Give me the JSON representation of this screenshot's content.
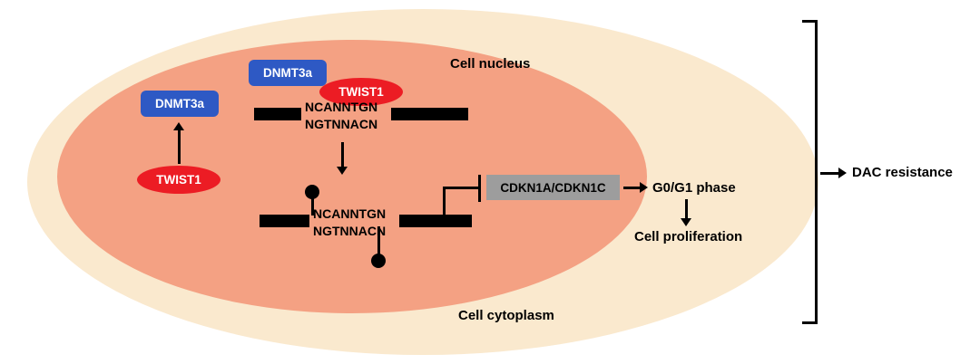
{
  "labels": {
    "cell_nucleus": "Cell nucleus",
    "cell_cytoplasm": "Cell cytoplasm",
    "g0_g1": "G0/G1 phase",
    "cell_proliferation": "Cell proliferation",
    "dac_resistance": "DAC resistance"
  },
  "nodes": {
    "dnmt3a_left": {
      "label": "DNMT3a",
      "color": "#2E59C4"
    },
    "twist1_left": {
      "label": "TWIST1",
      "color": "#EC1C24"
    },
    "dnmt3a_top": {
      "label": "DNMT3a",
      "color": "#2E59C4"
    },
    "twist1_top": {
      "label": "TWIST1",
      "color": "#EC1C24"
    },
    "cdkn": {
      "label": "CDKN1A/CDKN1C",
      "color": "#9D9D9D"
    }
  },
  "dna": {
    "unmethylated": {
      "top_strand": "NCANNTGN",
      "bottom_strand": "NGTNNACN"
    },
    "methylated": {
      "top_strand": "NCANNTGN",
      "bottom_strand": "NGTNNACN"
    }
  },
  "colors": {
    "cytoplasm_fill": "#FAE9CE",
    "nucleus_fill": "#F4A183",
    "dnmt3a_blue": "#2E59C4",
    "twist1_red": "#EC1C24",
    "cdkn_gray": "#9D9D9D",
    "ink": "#000000",
    "background": "#FFFFFF"
  }
}
